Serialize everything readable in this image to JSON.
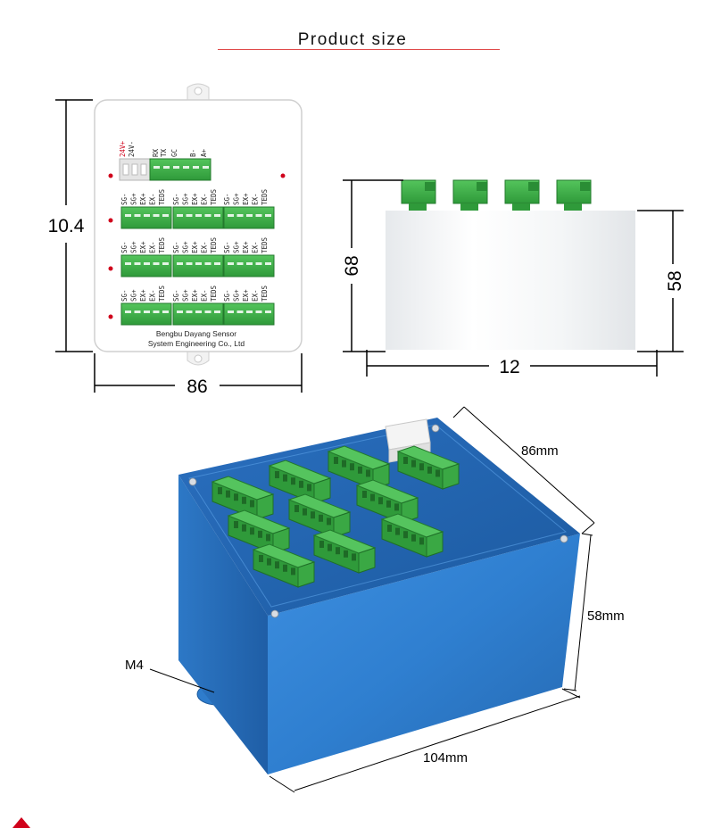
{
  "header": {
    "title": "Product size"
  },
  "top_view": {
    "width_label": "86",
    "height_label": "10.4",
    "power_pins": [
      "24V+",
      "24V-"
    ],
    "comm_pins": [
      "RX",
      "TX",
      "GC",
      "",
      "B-",
      "A+"
    ],
    "channel_pins": [
      "SG-",
      "SG+",
      "EX+",
      "EX-",
      "TEDS"
    ],
    "company_line1": "Bengbu Dayang Sensor",
    "company_line2": "System Engineering Co., Ltd"
  },
  "side_view": {
    "total_height_label": "68",
    "body_height_label": "58",
    "width_label": "12"
  },
  "iso_view": {
    "depth_label": "86mm",
    "height_label": "58mm",
    "length_label": "104mm",
    "mount_label": "M4"
  },
  "colors": {
    "body_blue": "#2f7fd0",
    "connector_green": "#3fb24a",
    "accent_red": "#d0021b"
  }
}
